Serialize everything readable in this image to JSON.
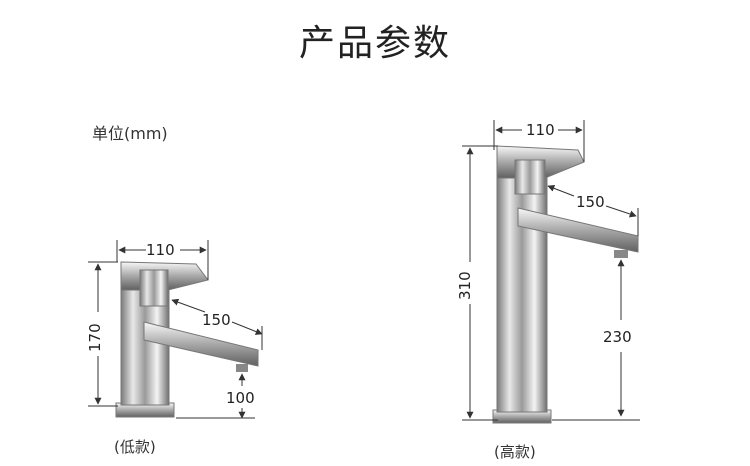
{
  "title": "产品参数",
  "unit": "单位(mm)",
  "low_faucet": {
    "caption": "(低款)",
    "width": "110",
    "spout": "150",
    "height": "170",
    "spout_height": "100"
  },
  "high_faucet": {
    "caption": "(高款)",
    "width": "110",
    "spout": "150",
    "height": "310",
    "spout_height": "230"
  },
  "colors": {
    "chrome_dark": "#8a8a8a",
    "chrome_light": "#f2f2f2",
    "dimension_line": "#333333"
  }
}
